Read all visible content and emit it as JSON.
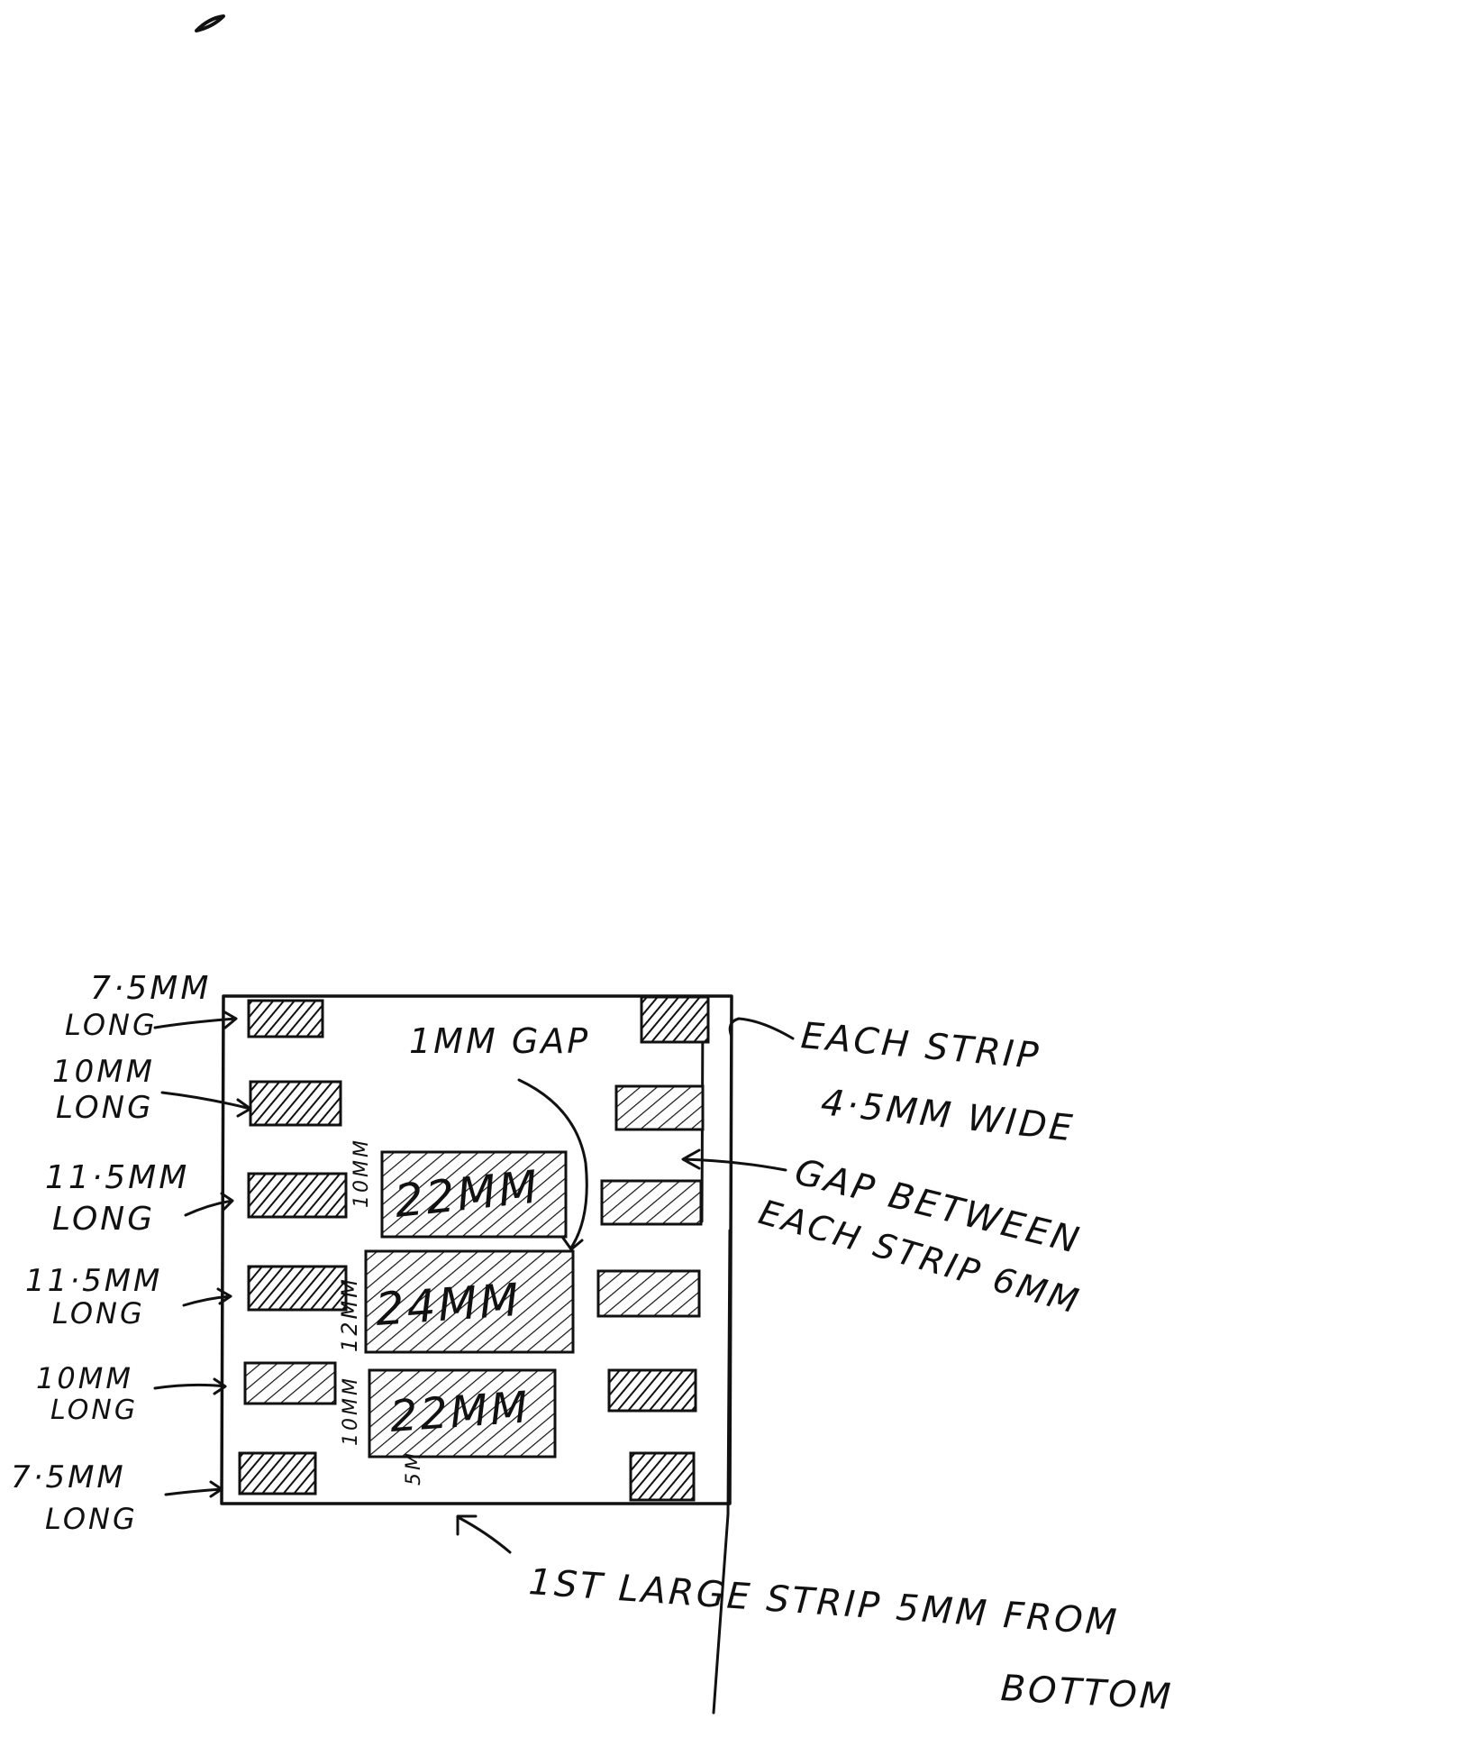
{
  "colors": {
    "ink": "#111111",
    "paper": "#ffffff"
  },
  "labels": {
    "left_1_line1": "7·5MM",
    "left_1_line2": "LONG",
    "left_2_line1": "10MM",
    "left_2_line2": "LONG",
    "left_3_line1": "11·5MM",
    "left_3_line2": "LONG",
    "left_4_line1": "11·5MM",
    "left_4_line2": "LONG",
    "left_5_line1": "10MM",
    "left_5_line2": "LONG",
    "left_6_line1": "7·5MM",
    "left_6_line2": "LONG",
    "gap_1mm": "1MM GAP",
    "strip_width_line1": "EACH STRIP",
    "strip_width_line2": "4·5MM WIDE",
    "strip_gap_line1": "GAP BETWEEN",
    "strip_gap_line2": "EACH STRIP 6MM",
    "large_strip_line1": "1ST LARGE STRIP 5MM FROM",
    "large_strip_line2": "BOTTOM",
    "pad_top_text": "22MM",
    "pad_middle_text": "24MM",
    "pad_bottom_text": "22MM",
    "pad_top_height": "10MM",
    "pad_middle_height": "12MM",
    "pad_bottom_height": "10MM",
    "bottom_gap_mark": "5M"
  }
}
